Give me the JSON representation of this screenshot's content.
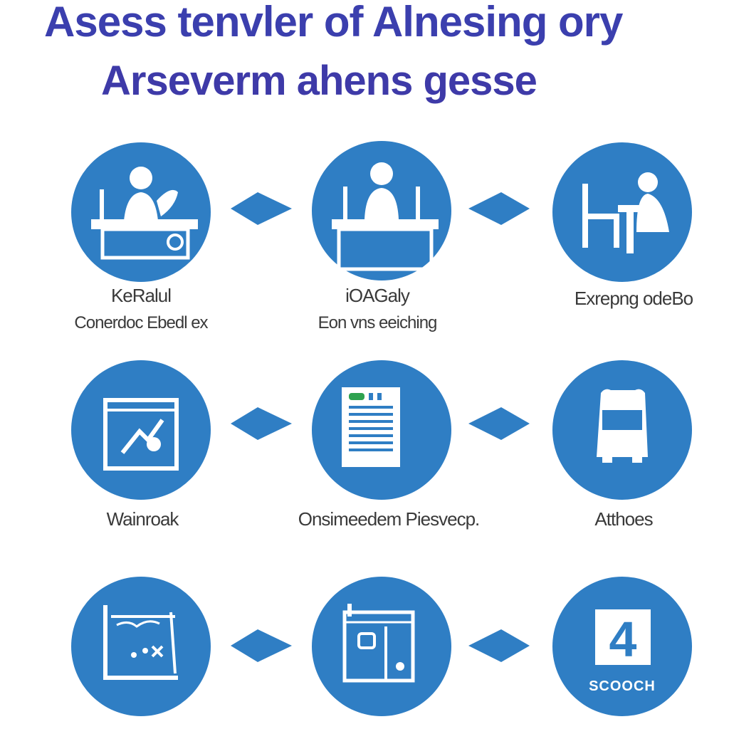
{
  "title": {
    "line1": "Asess tenvler of Alnesing ory",
    "line2": "Arseverm ahens gesse"
  },
  "colors": {
    "title": "#3b3fae",
    "node": "#2f7ec4",
    "arrow": "#2f7ec4",
    "label": "#3a3a3a"
  },
  "rows": [
    {
      "nodes": [
        {
          "icon": "person-desk-icon",
          "label1": "KeRalul",
          "label2": "Conerdoc Ebedl ex"
        },
        {
          "icon": "person-table-icon",
          "label1": "iOAGaly",
          "label2": "Eon vns eeiching"
        },
        {
          "icon": "person-chair-icon",
          "label1": "Exrepng odeBo",
          "label2": ""
        }
      ]
    },
    {
      "nodes": [
        {
          "icon": "window-chart-icon",
          "label1": "Wainroak",
          "label2": ""
        },
        {
          "icon": "document-icon",
          "label1": "Onsimeedem Piesvecp.",
          "label2": ""
        },
        {
          "icon": "device-icon",
          "label1": "Atthoes",
          "label2": ""
        }
      ]
    },
    {
      "nodes": [
        {
          "icon": "graph-board-icon",
          "label1": "",
          "label2": ""
        },
        {
          "icon": "panel-icon",
          "label1": "",
          "label2": ""
        },
        {
          "icon": "number-four-icon",
          "label1": "4",
          "label2": "SCOOCH"
        }
      ]
    }
  ]
}
